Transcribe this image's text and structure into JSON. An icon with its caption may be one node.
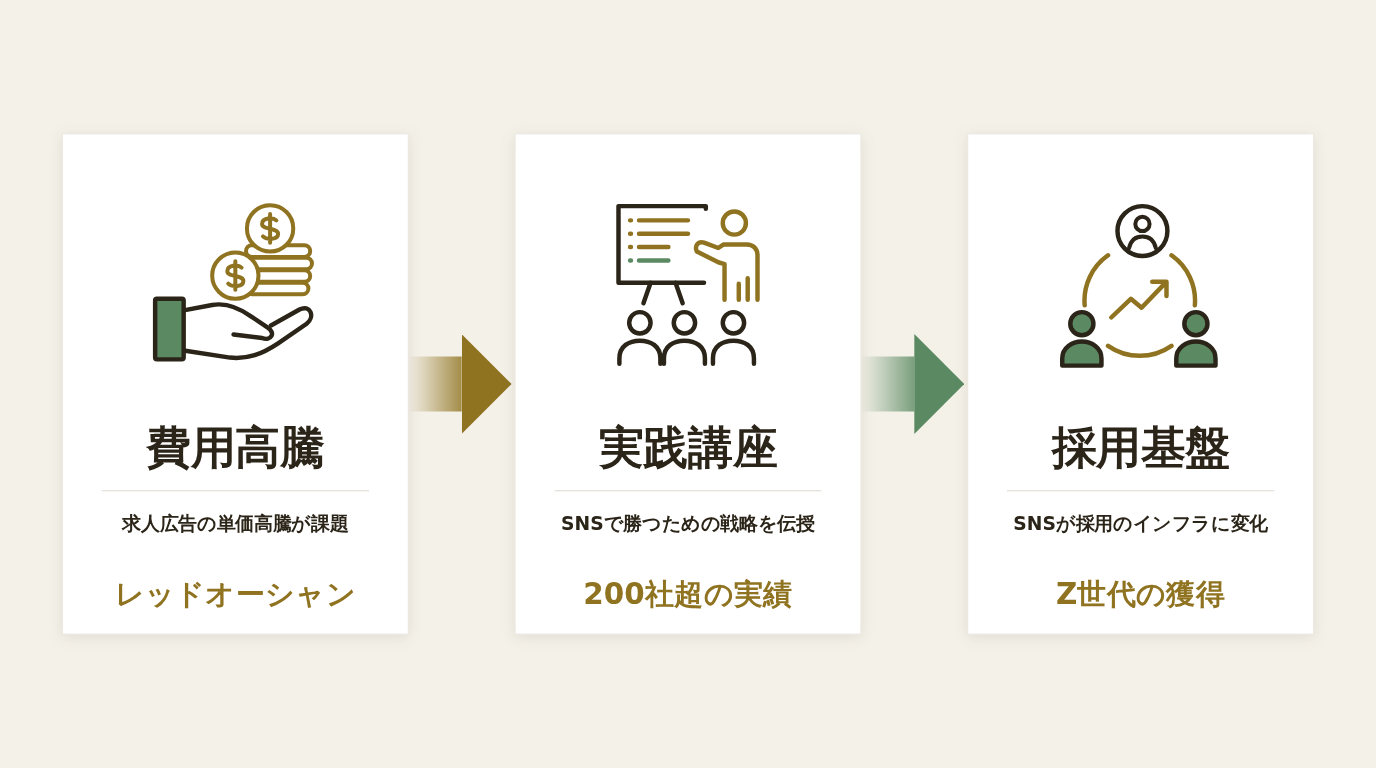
{
  "diagram": {
    "nodes": [
      {
        "text": [
          "費用高騰",
          "求人広告の単価高騰が課題",
          "レッドオーシャン"
        ]
      },
      {
        "text": [
          "実践講座",
          "SNSで勝つための戦略を伝授",
          "200社超の実績"
        ]
      },
      {
        "text": [
          "採用基盤",
          "SNSが採用のインフラに変化",
          "Z世代の獲得"
        ]
      }
    ],
    "edges": [
      {
        "from": 0,
        "to": 1,
        "arrow": "to",
        "color": "#8f7320"
      },
      {
        "from": 1,
        "to": 2,
        "arrow": "to",
        "color": "#5b8a62"
      }
    ]
  }
}
